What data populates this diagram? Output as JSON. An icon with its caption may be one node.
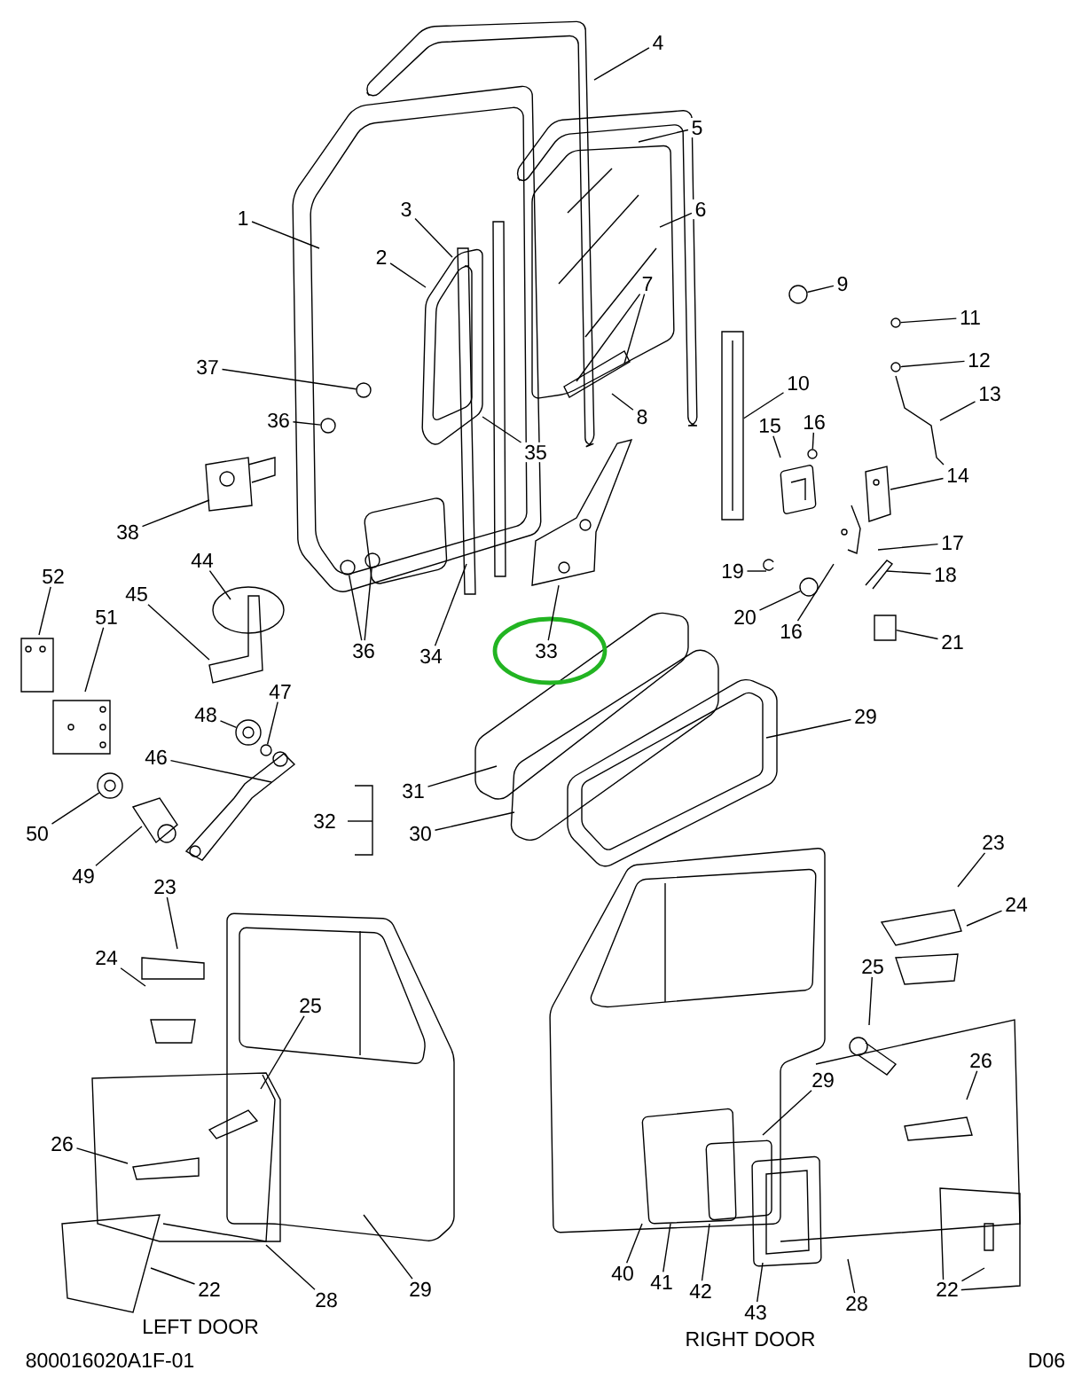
{
  "diagram": {
    "nodes": [
      {
        "text": [
          "4"
        ]
      },
      {
        "text": [
          "5"
        ]
      },
      {
        "text": [
          "1"
        ]
      },
      {
        "text": [
          "3"
        ]
      },
      {
        "text": [
          "6"
        ]
      },
      {
        "text": [
          "2"
        ]
      },
      {
        "text": [
          "7"
        ]
      },
      {
        "text": [
          "9"
        ]
      },
      {
        "text": [
          "11"
        ]
      },
      {
        "text": [
          "12"
        ]
      },
      {
        "text": [
          "37"
        ]
      },
      {
        "text": [
          "10"
        ]
      },
      {
        "text": [
          "13"
        ]
      },
      {
        "text": [
          "8"
        ]
      },
      {
        "text": [
          "36"
        ]
      },
      {
        "text": [
          "15"
        ]
      },
      {
        "text": [
          "16"
        ]
      },
      {
        "text": [
          "35"
        ]
      },
      {
        "text": [
          "14"
        ]
      },
      {
        "text": [
          "38"
        ]
      },
      {
        "text": [
          "17"
        ]
      },
      {
        "text": [
          "44"
        ]
      },
      {
        "text": [
          "52"
        ]
      },
      {
        "text": [
          "19"
        ]
      },
      {
        "text": [
          "18"
        ]
      },
      {
        "text": [
          "45"
        ]
      },
      {
        "text": [
          "34"
        ]
      },
      {
        "text": [
          "51"
        ]
      },
      {
        "text": [
          "20"
        ]
      },
      {
        "text": [
          "16"
        ]
      },
      {
        "text": [
          "21"
        ]
      },
      {
        "text": [
          "33"
        ]
      },
      {
        "text": [
          "36"
        ]
      },
      {
        "text": [
          "47"
        ]
      },
      {
        "text": [
          "48"
        ]
      },
      {
        "text": [
          "29"
        ]
      },
      {
        "text": [
          "46"
        ]
      },
      {
        "text": [
          "31"
        ]
      },
      {
        "text": [
          "50"
        ]
      },
      {
        "text": [
          "30"
        ]
      },
      {
        "text": [
          "23"
        ]
      },
      {
        "text": [
          "49"
        ]
      },
      {
        "text": [
          "23"
        ]
      },
      {
        "text": [
          "24"
        ]
      },
      {
        "text": [
          "24"
        ]
      },
      {
        "text": [
          "25"
        ]
      },
      {
        "text": [
          "25"
        ]
      },
      {
        "text": [
          "26"
        ]
      },
      {
        "text": [
          "29"
        ]
      },
      {
        "text": [
          "26"
        ]
      },
      {
        "text": [
          "40"
        ]
      },
      {
        "text": [
          "41"
        ]
      },
      {
        "text": [
          "29"
        ]
      },
      {
        "text": [
          "22"
        ]
      },
      {
        "text": [
          "22"
        ]
      },
      {
        "text": [
          "42"
        ]
      },
      {
        "text": [
          "28"
        ]
      },
      {
        "text": [
          "28"
        ]
      },
      {
        "text": [
          "43"
        ]
      },
      {
        "text": [],
        "shape": "circle"
      },
      {
        "text": [],
        "shape": "circle"
      },
      {
        "text": [],
        "shape": "circle"
      },
      {
        "text": [],
        "shape": "circle"
      },
      {
        "text": [],
        "shape": "bar"
      },
      {
        "text": [],
        "shape": "circle"
      },
      {
        "text": [],
        "shape": "circle"
      },
      {
        "text": [],
        "shape": "circle"
      },
      {
        "text": [],
        "shape": "circle"
      },
      {
        "text": [],
        "shape": "circle"
      },
      {
        "text": [],
        "shape": "box"
      },
      {
        "text": [],
        "shape": "circle"
      },
      {
        "text": [],
        "shape": "circle"
      },
      {
        "text": [],
        "shape": "circle"
      }
    ],
    "edges": [
      {
        "from": 0,
        "to": null,
        "arrow": "none"
      },
      {
        "from": 1,
        "to": null,
        "arrow": "none"
      },
      {
        "from": 2,
        "to": null,
        "arrow": "none"
      },
      {
        "from": 3,
        "to": null,
        "arrow": "none"
      },
      {
        "from": 4,
        "to": null,
        "arrow": "none"
      },
      {
        "from": 5,
        "to": null,
        "arrow": "none"
      },
      {
        "from": 6,
        "to": null,
        "arrow": "none"
      },
      {
        "from": 6,
        "to": null,
        "arrow": "none"
      },
      {
        "from": 7,
        "to": 59,
        "arrow": "none"
      },
      {
        "from": 8,
        "to": 60,
        "arrow": "none"
      },
      {
        "from": 9,
        "to": 61,
        "arrow": "none"
      },
      {
        "from": 10,
        "to": 62,
        "arrow": "none"
      },
      {
        "from": 11,
        "to": 63,
        "arrow": "none"
      },
      {
        "from": 12,
        "to": null,
        "arrow": "none"
      },
      {
        "from": 13,
        "to": null,
        "arrow": "none"
      },
      {
        "from": 14,
        "to": 64,
        "arrow": "none"
      },
      {
        "from": 15,
        "to": null,
        "arrow": "none"
      },
      {
        "from": 16,
        "to": 65,
        "arrow": "none"
      },
      {
        "from": 17,
        "to": null,
        "arrow": "none"
      },
      {
        "from": 18,
        "to": null,
        "arrow": "none"
      },
      {
        "from": 19,
        "to": null,
        "arrow": "none"
      },
      {
        "from": 20,
        "to": null,
        "arrow": "none"
      },
      {
        "from": 21,
        "to": null,
        "arrow": "none"
      },
      {
        "from": 22,
        "to": null,
        "arrow": "none"
      },
      {
        "from": 23,
        "to": null,
        "arrow": "none"
      },
      {
        "from": 24,
        "to": null,
        "arrow": "none"
      },
      {
        "from": 25,
        "to": null,
        "arrow": "none"
      },
      {
        "from": 26,
        "to": null,
        "arrow": "none"
      },
      {
        "from": 27,
        "to": null,
        "arrow": "none"
      },
      {
        "from": 28,
        "to": 68,
        "arrow": "none"
      },
      {
        "from": 29,
        "to": null,
        "arrow": "none"
      },
      {
        "from": 30,
        "to": 69,
        "arrow": "none"
      },
      {
        "from": 31,
        "to": null,
        "arrow": "none"
      },
      {
        "from": 32,
        "to": 67,
        "arrow": "none"
      },
      {
        "from": 32,
        "to": 66,
        "arrow": "none"
      },
      {
        "from": 33,
        "to": 71,
        "arrow": "none"
      },
      {
        "from": 34,
        "to": 70,
        "arrow": "none"
      },
      {
        "from": 35,
        "to": null,
        "arrow": "none"
      },
      {
        "from": 36,
        "to": null,
        "arrow": "none"
      },
      {
        "from": 37,
        "to": null,
        "arrow": "none"
      },
      {
        "from": 38,
        "to": 72,
        "arrow": "none"
      },
      {
        "from": 39,
        "to": null,
        "arrow": "none"
      },
      {
        "from": 40,
        "to": null,
        "arrow": "none"
      },
      {
        "from": 41,
        "to": null,
        "arrow": "none"
      },
      {
        "from": 42,
        "to": null,
        "arrow": "none"
      },
      {
        "from": 43,
        "to": null,
        "arrow": "none"
      },
      {
        "from": 44,
        "to": null,
        "arrow": "none"
      },
      {
        "from": 45,
        "to": null,
        "arrow": "none"
      },
      {
        "from": 46,
        "to": null,
        "arrow": "none"
      },
      {
        "from": 47,
        "to": null,
        "arrow": "none"
      },
      {
        "from": 48,
        "to": null,
        "arrow": "none"
      },
      {
        "from": 49,
        "to": null,
        "arrow": "none"
      },
      {
        "from": 50,
        "to": null,
        "arrow": "none"
      },
      {
        "from": 51,
        "to": null,
        "arrow": "none"
      },
      {
        "from": 52,
        "to": null,
        "arrow": "none"
      },
      {
        "from": 53,
        "to": null,
        "arrow": "none"
      },
      {
        "from": 54,
        "to": null,
        "arrow": "none"
      },
      {
        "from": 55,
        "to": null,
        "arrow": "none"
      },
      {
        "from": 56,
        "to": null,
        "arrow": "none"
      },
      {
        "from": 57,
        "to": null,
        "arrow": "none"
      },
      {
        "from": 58,
        "to": null,
        "arrow": "none"
      }
    ],
    "labels": [
      "32",
      "LEFT DOOR",
      "RIGHT DOOR",
      "800016020A1F-01",
      "D06"
    ]
  }
}
